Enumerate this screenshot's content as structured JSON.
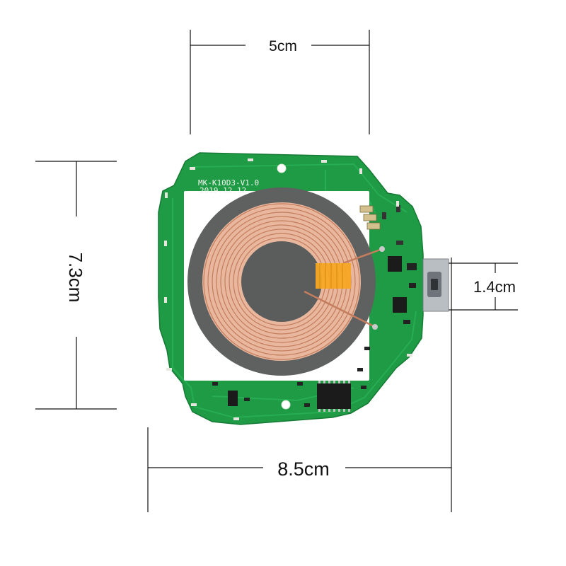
{
  "product": {
    "board_model": "MK-K10D3-V1.0",
    "board_date": "2019.12.12"
  },
  "dimensions": {
    "top_width": "5cm",
    "height": "7.3cm",
    "bottom_width": "8.5cm",
    "usb_width": "1.4cm"
  },
  "colors": {
    "pcb_green": "#1f9a45",
    "coil_copper": "#d59476",
    "ferrite_gray": "#5f6160",
    "tape_orange": "#f5a623",
    "dimension_line": "#111111"
  },
  "icons": {
    "usb_connector": "micro-usb-port-icon"
  }
}
